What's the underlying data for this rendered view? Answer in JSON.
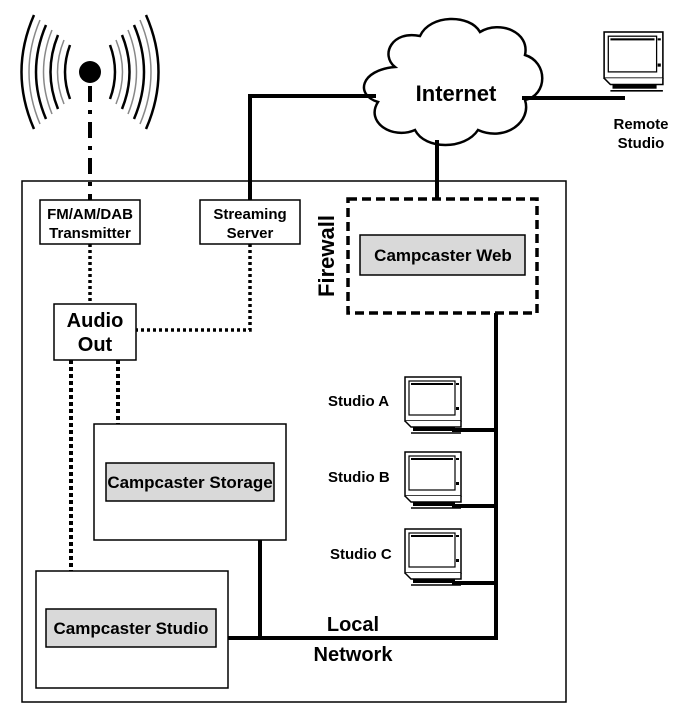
{
  "nodes": {
    "internet": "Internet",
    "remote_studio": [
      "Remote",
      "Studio"
    ],
    "transmitter": [
      "FM/AM/DAB",
      "Transmitter"
    ],
    "streaming_server": [
      "Streaming",
      "Server"
    ],
    "firewall": "Firewall",
    "campcaster_web": "Campcaster Web",
    "audio_out": [
      "Audio",
      "Out"
    ],
    "studio_a": "Studio A",
    "studio_b": "Studio B",
    "studio_c": "Studio C",
    "campcaster_storage": "Campcaster Storage",
    "campcaster_studio": "Campcaster Studio",
    "local_network": [
      "Local",
      "Network"
    ]
  },
  "icons": {
    "antenna": "radio-antenna-icon",
    "computer": "computer-monitor-icon",
    "cloud": "internet-cloud-icon"
  },
  "colors": {
    "line": "#000000",
    "component_fill": "#d9d9d9",
    "background": "#ffffff"
  }
}
